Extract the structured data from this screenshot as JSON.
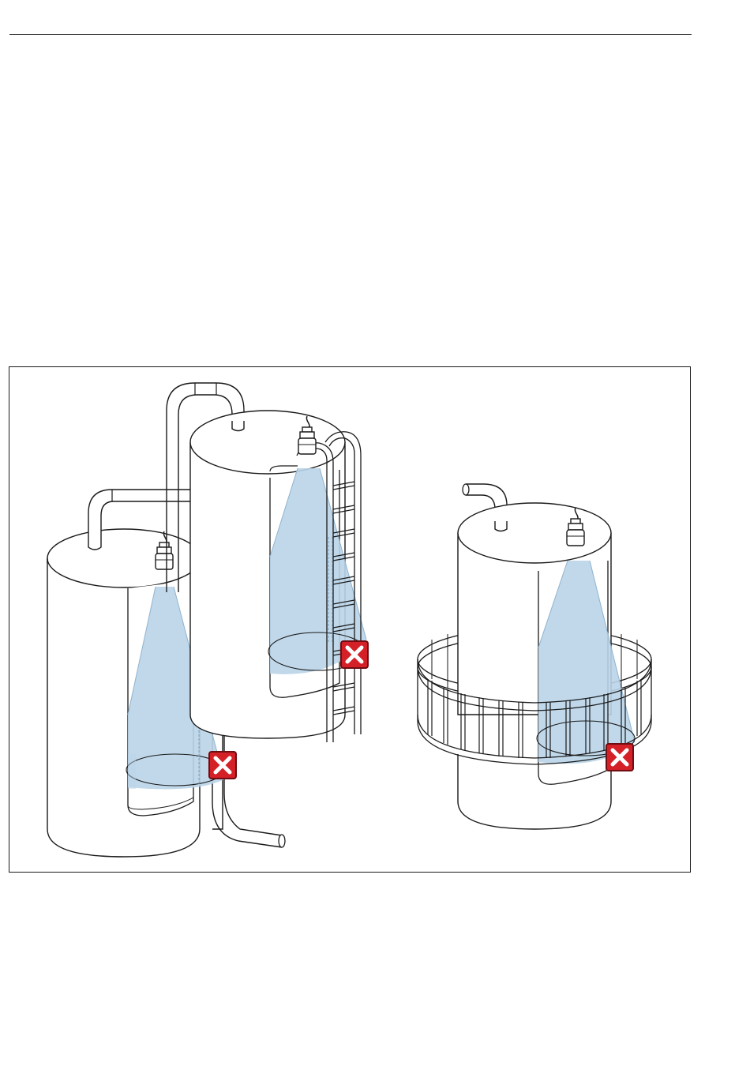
{
  "page": {
    "has_header_rule": true
  },
  "figure": {
    "caption": "",
    "scenes": [
      {
        "id": "tank-with-pipes",
        "warning": "wall-obstruction-incorrect"
      },
      {
        "id": "tank-with-ladder",
        "warning": "ladder-obstruction-incorrect"
      },
      {
        "id": "tank-with-railing",
        "warning": "railing-obstruction-incorrect"
      }
    ],
    "colors": {
      "beam_fill": "#b9d4e8",
      "beam_stroke": "#8fb3cf",
      "line": "#1a1a1a",
      "warning_red": "#d42027",
      "warning_border": "#6e0d12"
    },
    "icons": [
      "sensor-icon",
      "cross-warning-icon"
    ]
  }
}
